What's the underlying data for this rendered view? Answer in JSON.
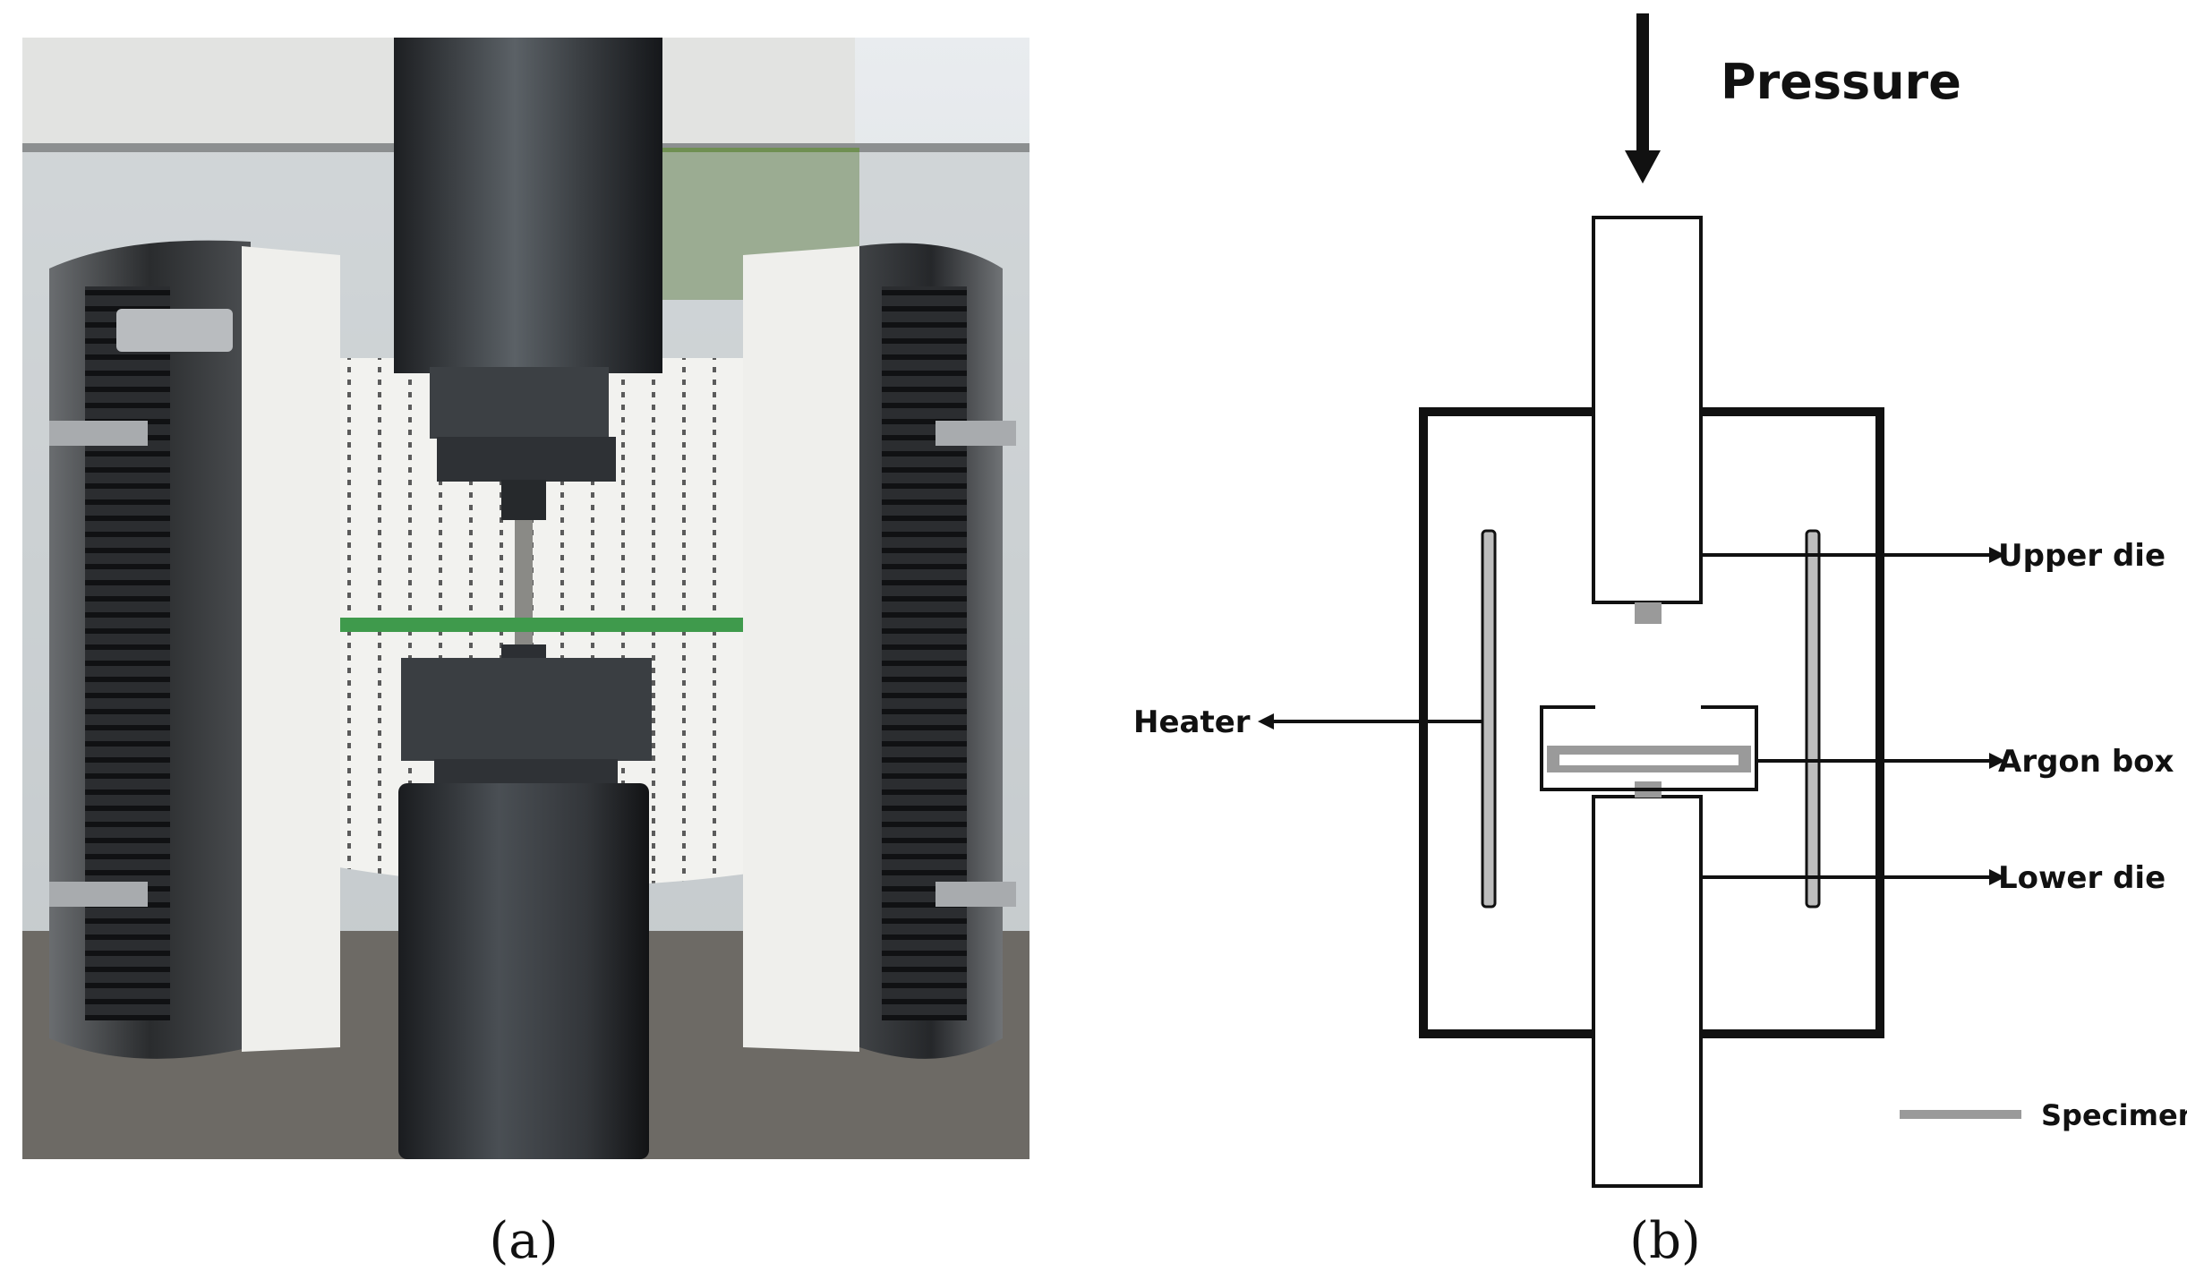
{
  "panels": {
    "a": {
      "caption": "(a)"
    },
    "b": {
      "caption": "(b)"
    }
  },
  "diagram": {
    "pressure": "Pressure",
    "upper_die": "Upper die",
    "heater": "Heater",
    "argon_box": "Argon box",
    "lower_die": "Lower die",
    "specimen": "Specimen"
  },
  "colors": {
    "outline": "#111111",
    "specimen": "#9a9a9a",
    "background": "#ffffff"
  }
}
